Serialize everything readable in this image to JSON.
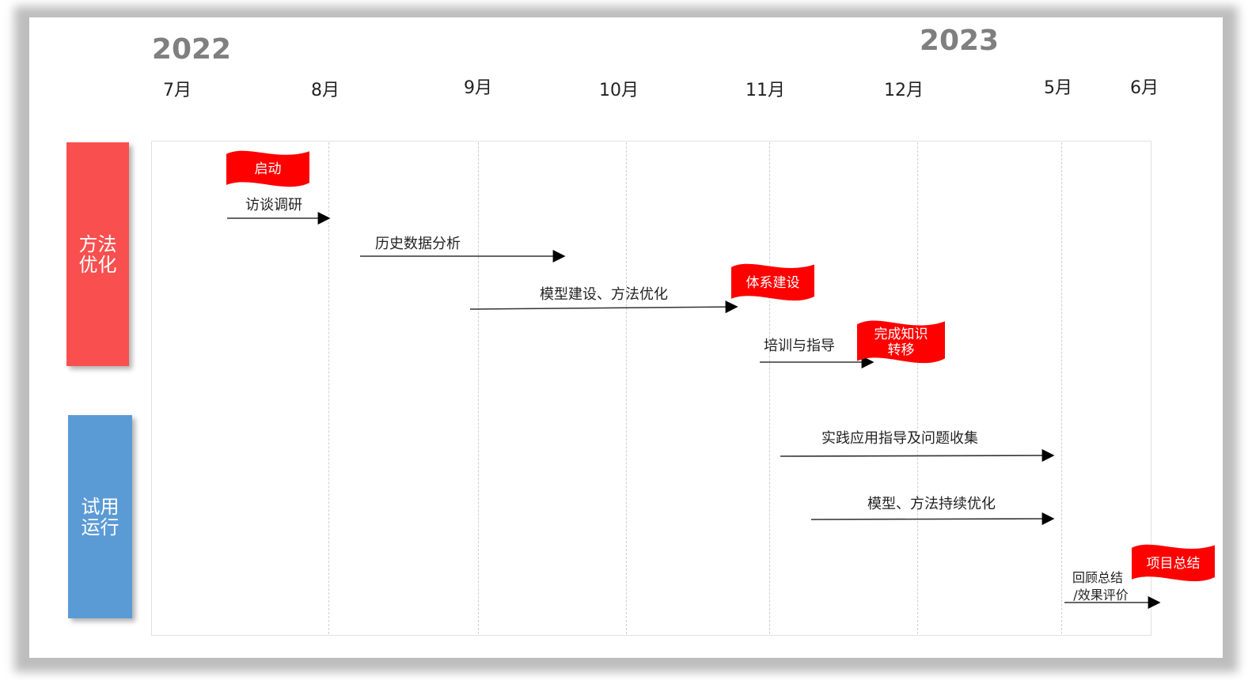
{
  "years": [
    "2022",
    "2023"
  ],
  "months": [
    "7月",
    "8月",
    "9月",
    "10月",
    "11月",
    "12月",
    "5月",
    "6月"
  ],
  "phases": [
    {
      "label": "方法优化",
      "color": "#f94f4f"
    },
    {
      "label": "试用运行",
      "color": "#5b9bd5"
    }
  ],
  "tasks": [
    {
      "label": "访谈调研"
    },
    {
      "label": "历史数据分析"
    },
    {
      "label": "模型建设、方法优化"
    },
    {
      "label": "培训与指导"
    },
    {
      "label": "实践应用指导及问题收集"
    },
    {
      "label": "模型、方法持续优化"
    },
    {
      "label": "回顾总结",
      "label2": "/效果评价"
    }
  ],
  "milestones": [
    {
      "label": "启动"
    },
    {
      "label": "体系建设"
    },
    {
      "label": "完成知识转移"
    },
    {
      "label": "项目总结"
    }
  ],
  "colors": {
    "flag": "#ff0000",
    "arrow": "#333333"
  }
}
